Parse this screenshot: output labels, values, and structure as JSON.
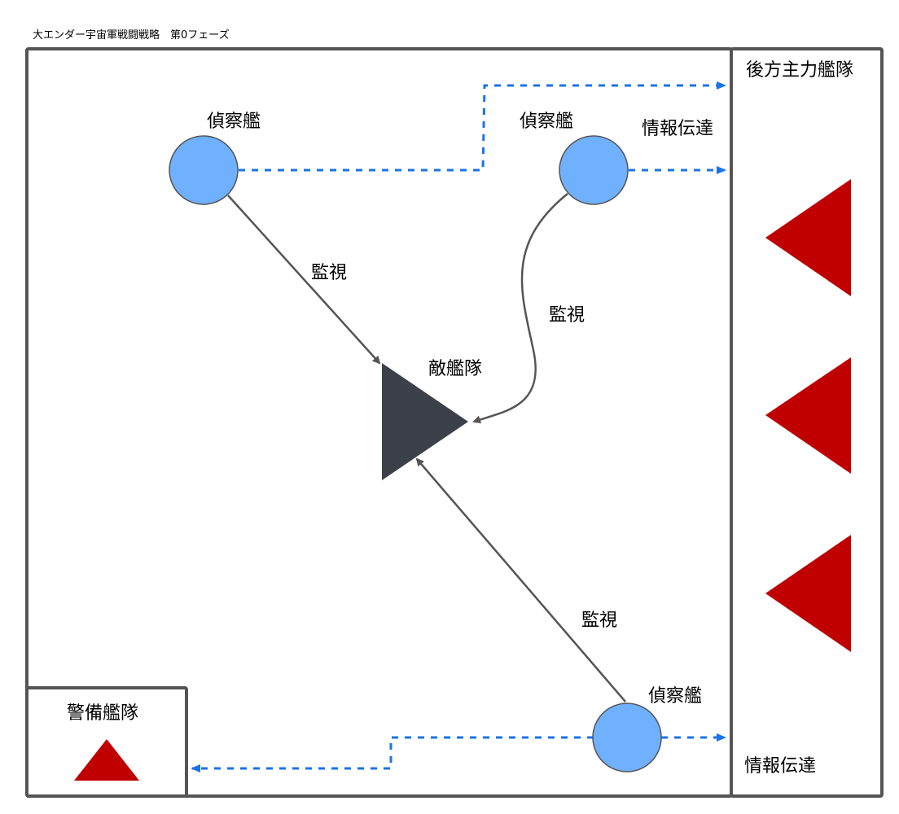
{
  "diagram": {
    "title": "大エンダー宇宙軍戦闘戦略　第0フェーズ",
    "rear_fleet_label": "後方主力艦隊",
    "guard_fleet_label": "警備艦隊",
    "enemy_label": "敵艦隊",
    "scouts": [
      {
        "label": "偵察艦"
      },
      {
        "label": "偵察艦"
      },
      {
        "label": "偵察艦"
      }
    ],
    "watch_labels": [
      "監視",
      "監視",
      "監視"
    ],
    "relay_labels": [
      "情報伝達",
      "情報伝達"
    ]
  },
  "colors": {
    "scout_fill": "#6fb0ff",
    "friendly_fill": "#c00000",
    "enemy_fill": "#3b4049",
    "relay_line": "#1a73e8",
    "watch_line": "#555555",
    "border": "#555555"
  }
}
